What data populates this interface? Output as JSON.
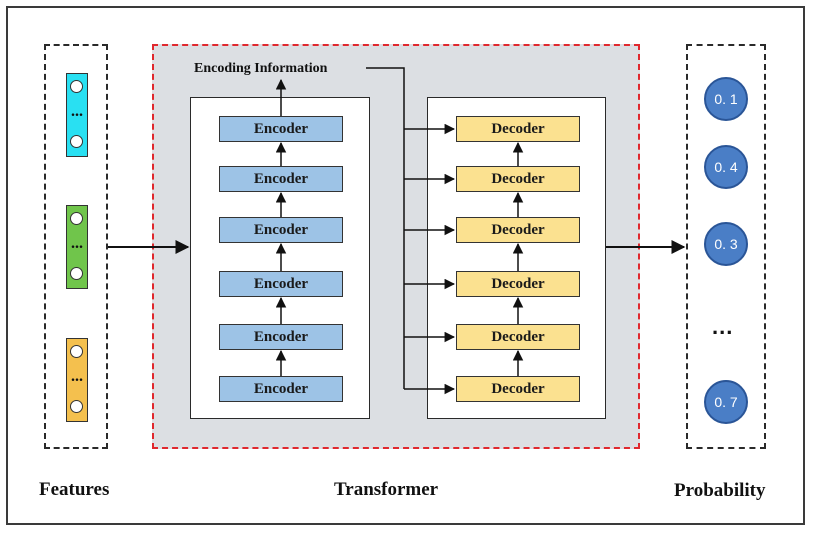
{
  "captions": {
    "features": "Features",
    "transformer": "Transformer",
    "probability": "Probability"
  },
  "encoding_info": "Encoding Information",
  "encoder_label": "Encoder",
  "decoder_label": "Decoder",
  "encoders": [
    "Encoder",
    "Encoder",
    "Encoder",
    "Encoder",
    "Encoder",
    "Encoder"
  ],
  "decoders": [
    "Decoder",
    "Decoder",
    "Decoder",
    "Decoder",
    "Decoder",
    "Decoder"
  ],
  "feature_ellipsis": "...",
  "feature_colors": [
    "#29e0f2",
    "#70c54b",
    "#f4c04e"
  ],
  "probabilities": [
    "0. 1",
    "0. 4",
    "0. 3",
    "0. 7"
  ],
  "probability_ellipsis": "...",
  "colors": {
    "encoder_fill": "#9dc3e6",
    "decoder_fill": "#fbe190",
    "probability_fill": "#4a7ec6",
    "transformer_border": "#e0282e",
    "transformer_fill": "#dcdfe3"
  }
}
